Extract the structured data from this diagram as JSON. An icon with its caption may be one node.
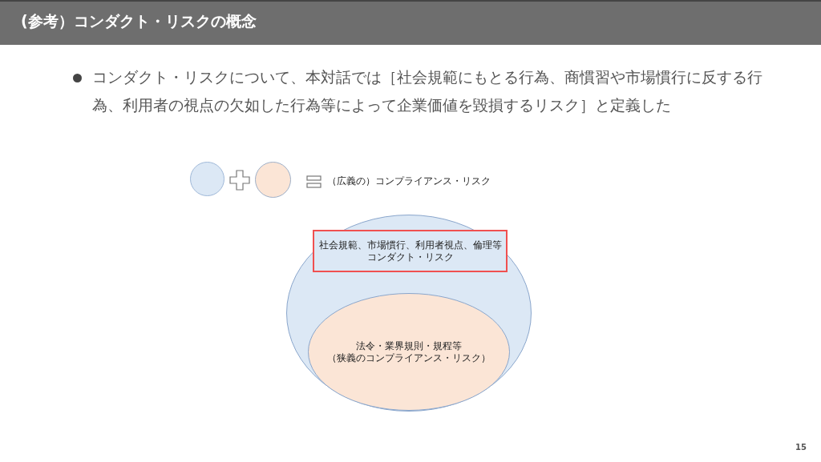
{
  "diagram": {
    "title": "(参考）コンダクト・リスクの概念",
    "nodes": [
      {
        "text": [],
        "shape": "circle"
      },
      {
        "text": [],
        "shape": "circle"
      },
      {
        "text": [],
        "shape": "ellipse"
      },
      {
        "text": [
          "社会規範、市場慣行、利用者視点、倫理等",
          "コンダクト・リスク"
        ],
        "in": 2
      },
      {
        "text": [
          "法令・業界規則・規程等",
          "（狭義のコンプライアンス・リスク）"
        ],
        "in": 2
      }
    ],
    "edges": [],
    "labels": [
      "コンダクト・リスクについて、本対話では［社会規範にもとる行為、商慣習や市場慣行に反する行為、利用者の視点の欠如した行為等によって企業価値を毀損するリスク］と定義した",
      "（広義の）コンプライアンス・リスク",
      "15"
    ]
  }
}
